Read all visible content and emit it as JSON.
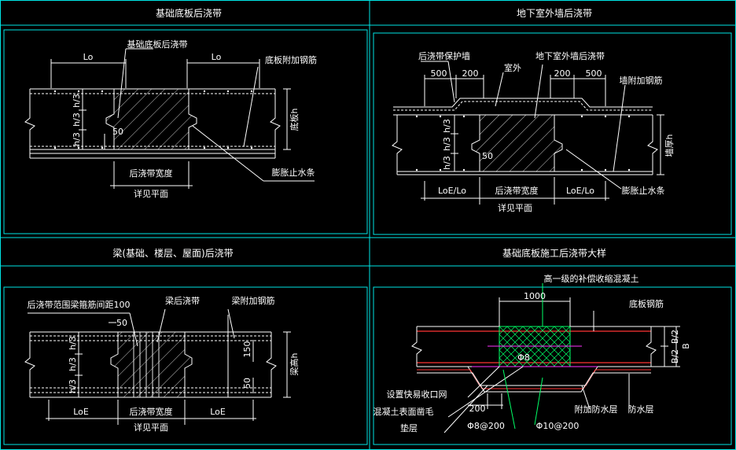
{
  "panels": {
    "tl": {
      "title": "基础底板后浇带",
      "labels": {
        "lo_left": "Lo",
        "lo_right": "Lo",
        "band_name": "基础底板后浇带",
        "rebar": "底板附加钢筋",
        "h3a": "h/3",
        "h3b": "h/3",
        "h3c": "h/3",
        "dim50": "50",
        "width": "后浇带宽度",
        "see_plan": "详见平面",
        "thickness": "底板h",
        "waterstop": "膨胀止水条"
      }
    },
    "tr": {
      "title": "地下室外墙后浇带",
      "labels": {
        "protect_wall": "后浇带保护墙",
        "outside": "室外",
        "band_name": "地下室外墙后浇带",
        "d500a": "500",
        "d200a": "200",
        "d200b": "200",
        "d500b": "500",
        "rebar": "墙附加钢筋",
        "h3a": "h/3",
        "h3b": "h/3",
        "h3c": "h/3",
        "dim50": "50",
        "loe_left": "LoE/Lo",
        "width": "后浇带宽度",
        "loe_right": "LoE/Lo",
        "see_plan": "详见平面",
        "thickness": "墙厚h",
        "waterstop": "膨胀止水条"
      }
    },
    "bl": {
      "title": "梁(基础、楼层、屋面)后浇带",
      "labels": {
        "stirrup": "后浇带范围梁箍筋间距100",
        "beam_band": "梁后浇带",
        "rebar": "梁附加钢筋",
        "dim50": "50",
        "h3a": "h/3",
        "h3b": "h/3",
        "h3c": "h/3",
        "d150": "150",
        "d50": "50",
        "loe_left": "LoE",
        "width": "后浇带宽度",
        "loe_right": "LoE",
        "see_plan": "详见平面",
        "height": "梁高h"
      }
    },
    "br": {
      "title": "基础底板施工后浇带大样",
      "labels": {
        "concrete": "高一级的补偿收缩混凝土",
        "d1000": "1000",
        "rebar": "底板钢筋",
        "b2a": "B/2",
        "b2b": "B/2",
        "b": "B",
        "mesh": "设置快易收口网",
        "chisel": "混凝土表面凿毛",
        "cushion": "垫层",
        "d200": "200",
        "phi8": "Φ8@200",
        "phi10": "Φ10@200",
        "waterproof_add": "附加防水层",
        "waterproof": "防水层",
        "phi_small": "Φ8"
      }
    }
  }
}
